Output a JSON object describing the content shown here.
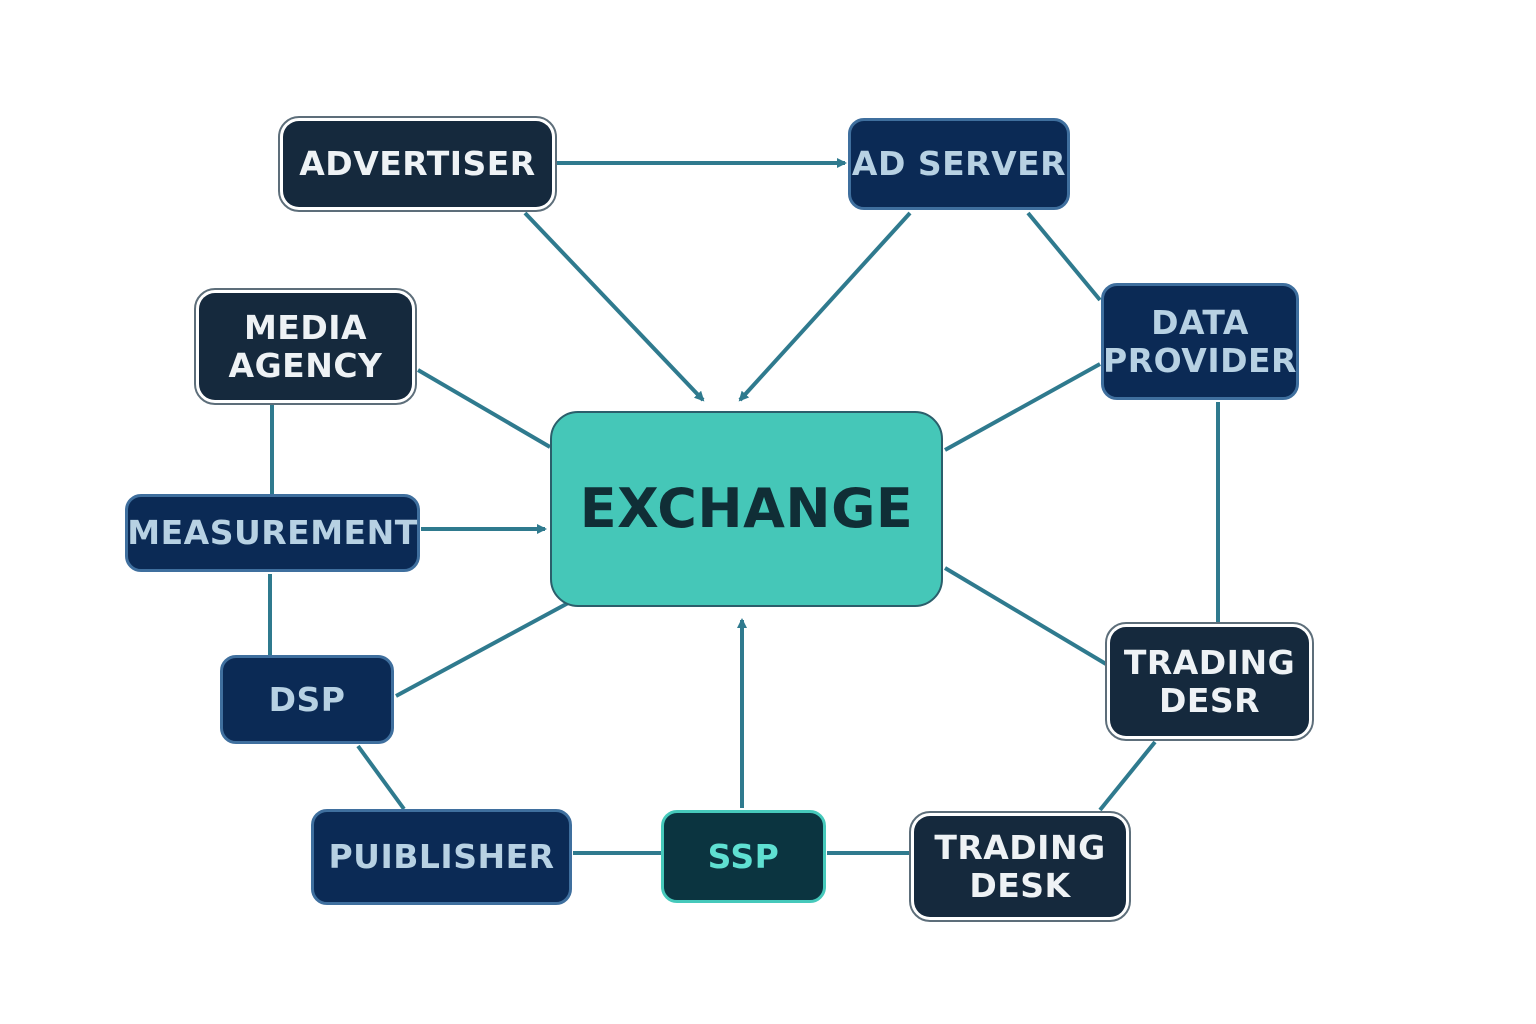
{
  "diagram": {
    "nodes": {
      "exchange": "EXCHANGE",
      "advertiser": "ADVERTISER",
      "ad_server": "AD SERVER",
      "media_agency": "MEDIA\nAGENCY",
      "data_provider": "DATA\nPROVIDER",
      "measurement": "MEASUREMENT",
      "dsp": "DSP",
      "trading_desr": "TRADING\nDESR",
      "publisher": "PUIBLISHER",
      "ssp": "SSP",
      "trading_desk": "TRADING\nDESK"
    },
    "edges": [
      {
        "from": "advertiser",
        "to": "ad_server",
        "arrow": true
      },
      {
        "from": "advertiser",
        "to": "exchange",
        "arrow": true
      },
      {
        "from": "ad_server",
        "to": "exchange",
        "arrow": true
      },
      {
        "from": "ad_server",
        "to": "data_provider",
        "arrow": false
      },
      {
        "from": "data_provider",
        "to": "exchange",
        "arrow": false
      },
      {
        "from": "data_provider",
        "to": "trading_desr",
        "arrow": false
      },
      {
        "from": "media_agency",
        "to": "exchange",
        "arrow": false
      },
      {
        "from": "media_agency",
        "to": "measurement",
        "arrow": false
      },
      {
        "from": "measurement",
        "to": "exchange",
        "arrow": true
      },
      {
        "from": "measurement",
        "to": "dsp",
        "arrow": false
      },
      {
        "from": "dsp",
        "to": "exchange",
        "arrow": false
      },
      {
        "from": "dsp",
        "to": "publisher",
        "arrow": false
      },
      {
        "from": "publisher",
        "to": "ssp",
        "arrow": false
      },
      {
        "from": "ssp",
        "to": "exchange",
        "arrow": true
      },
      {
        "from": "ssp",
        "to": "trading_desk",
        "arrow": false
      },
      {
        "from": "trading_desk",
        "to": "trading_desr",
        "arrow": false
      },
      {
        "from": "exchange",
        "to": "trading_desr",
        "arrow": false
      }
    ],
    "colors": {
      "edge": "#2f7a8e",
      "exchange_fill": "#45c7b8",
      "dark_fill": "#15293d",
      "navy_fill": "#0b2a55"
    }
  }
}
